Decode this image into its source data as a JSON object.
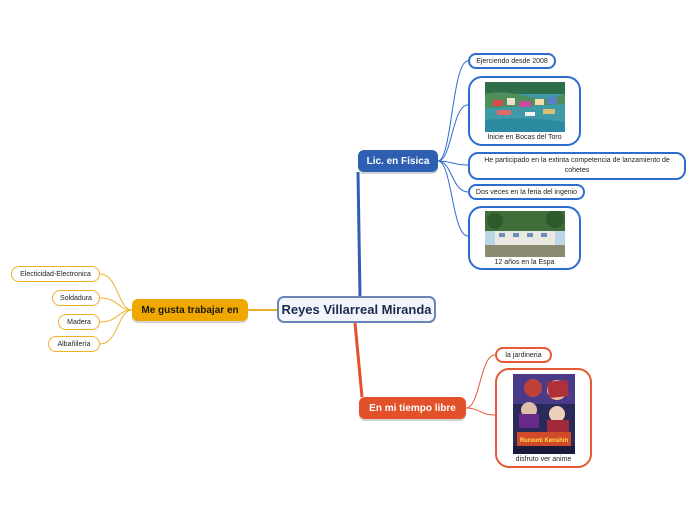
{
  "central": {
    "title": "Reyes Villarreal Miranda"
  },
  "branches": {
    "fisica": {
      "title": "Lic. en Física",
      "color": "#2e5fb2",
      "items": {
        "ejerciendo": "Ejerciendo desde 2008",
        "bocas_caption": "Inicie en Bocas del Toro",
        "cohetes": "He participado en la extinta competencia de lanzamiento de cohetes",
        "feria": "Dos veces en la feria del ingenio",
        "espa_caption": "12 años en la Espa"
      },
      "images": {
        "bocas": "aerial-coastal-town-photo",
        "espa": "school-building-photo"
      }
    },
    "trabajar": {
      "title": "Me gusta trabajar en",
      "color": "#f0a800",
      "items": [
        "Electicidad-Electronica",
        "Soldadura",
        "Madera",
        "Albañilería"
      ]
    },
    "libre": {
      "title": "En mi tiempo libre",
      "color": "#e2512a",
      "items": {
        "jardineria": "la jardineria",
        "anime_caption": "disfruto ver anime"
      },
      "images": {
        "anime": "anime-poster-image"
      },
      "anime_logo": "Rurouni Kenshin"
    }
  }
}
